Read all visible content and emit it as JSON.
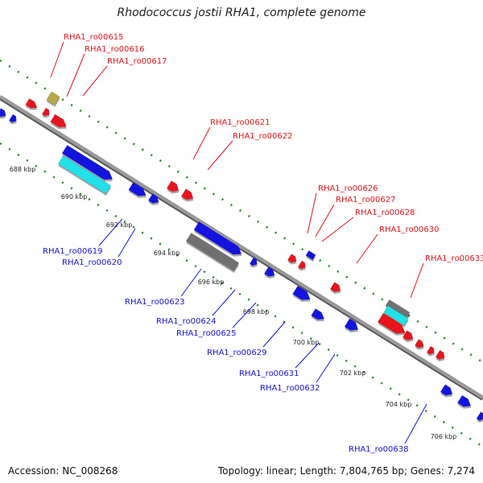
{
  "title": "Rhodococcus jostii RHA1, complete genome",
  "accession": "Accession: NC_008268",
  "topology": "Topology: linear; Length: 7,804,765 bp; Genes: 7,274",
  "colors": {
    "forward": "#e8141c",
    "reverse": "#1414e0",
    "cyan": "#22e0e8",
    "gray": "#707070",
    "olive": "#b8a848",
    "green": "#228822",
    "backbone": "#8a8a8a"
  },
  "scale_ticks": [
    "688 kbp",
    "690 kbp",
    "692 kbp",
    "694 kbp",
    "696 kbp",
    "698 kbp",
    "700 kbp",
    "702 kbp",
    "704 kbp",
    "706 kbp"
  ],
  "forward_labels": [
    "RHA1_ro00615",
    "RHA1_ro00616",
    "RHA1_ro00617",
    "RHA1_ro00621",
    "RHA1_ro00622",
    "RHA1_ro00626",
    "RHA1_ro00627",
    "RHA1_ro00628",
    "RHA1_ro00630",
    "RHA1_ro00633"
  ],
  "reverse_labels": [
    "RHA1_ro00619",
    "RHA1_ro00620",
    "RHA1_ro00623",
    "RHA1_ro00624",
    "RHA1_ro00625",
    "RHA1_ro00629",
    "RHA1_ro00631",
    "RHA1_ro00632",
    "RHA1_ro00638"
  ]
}
